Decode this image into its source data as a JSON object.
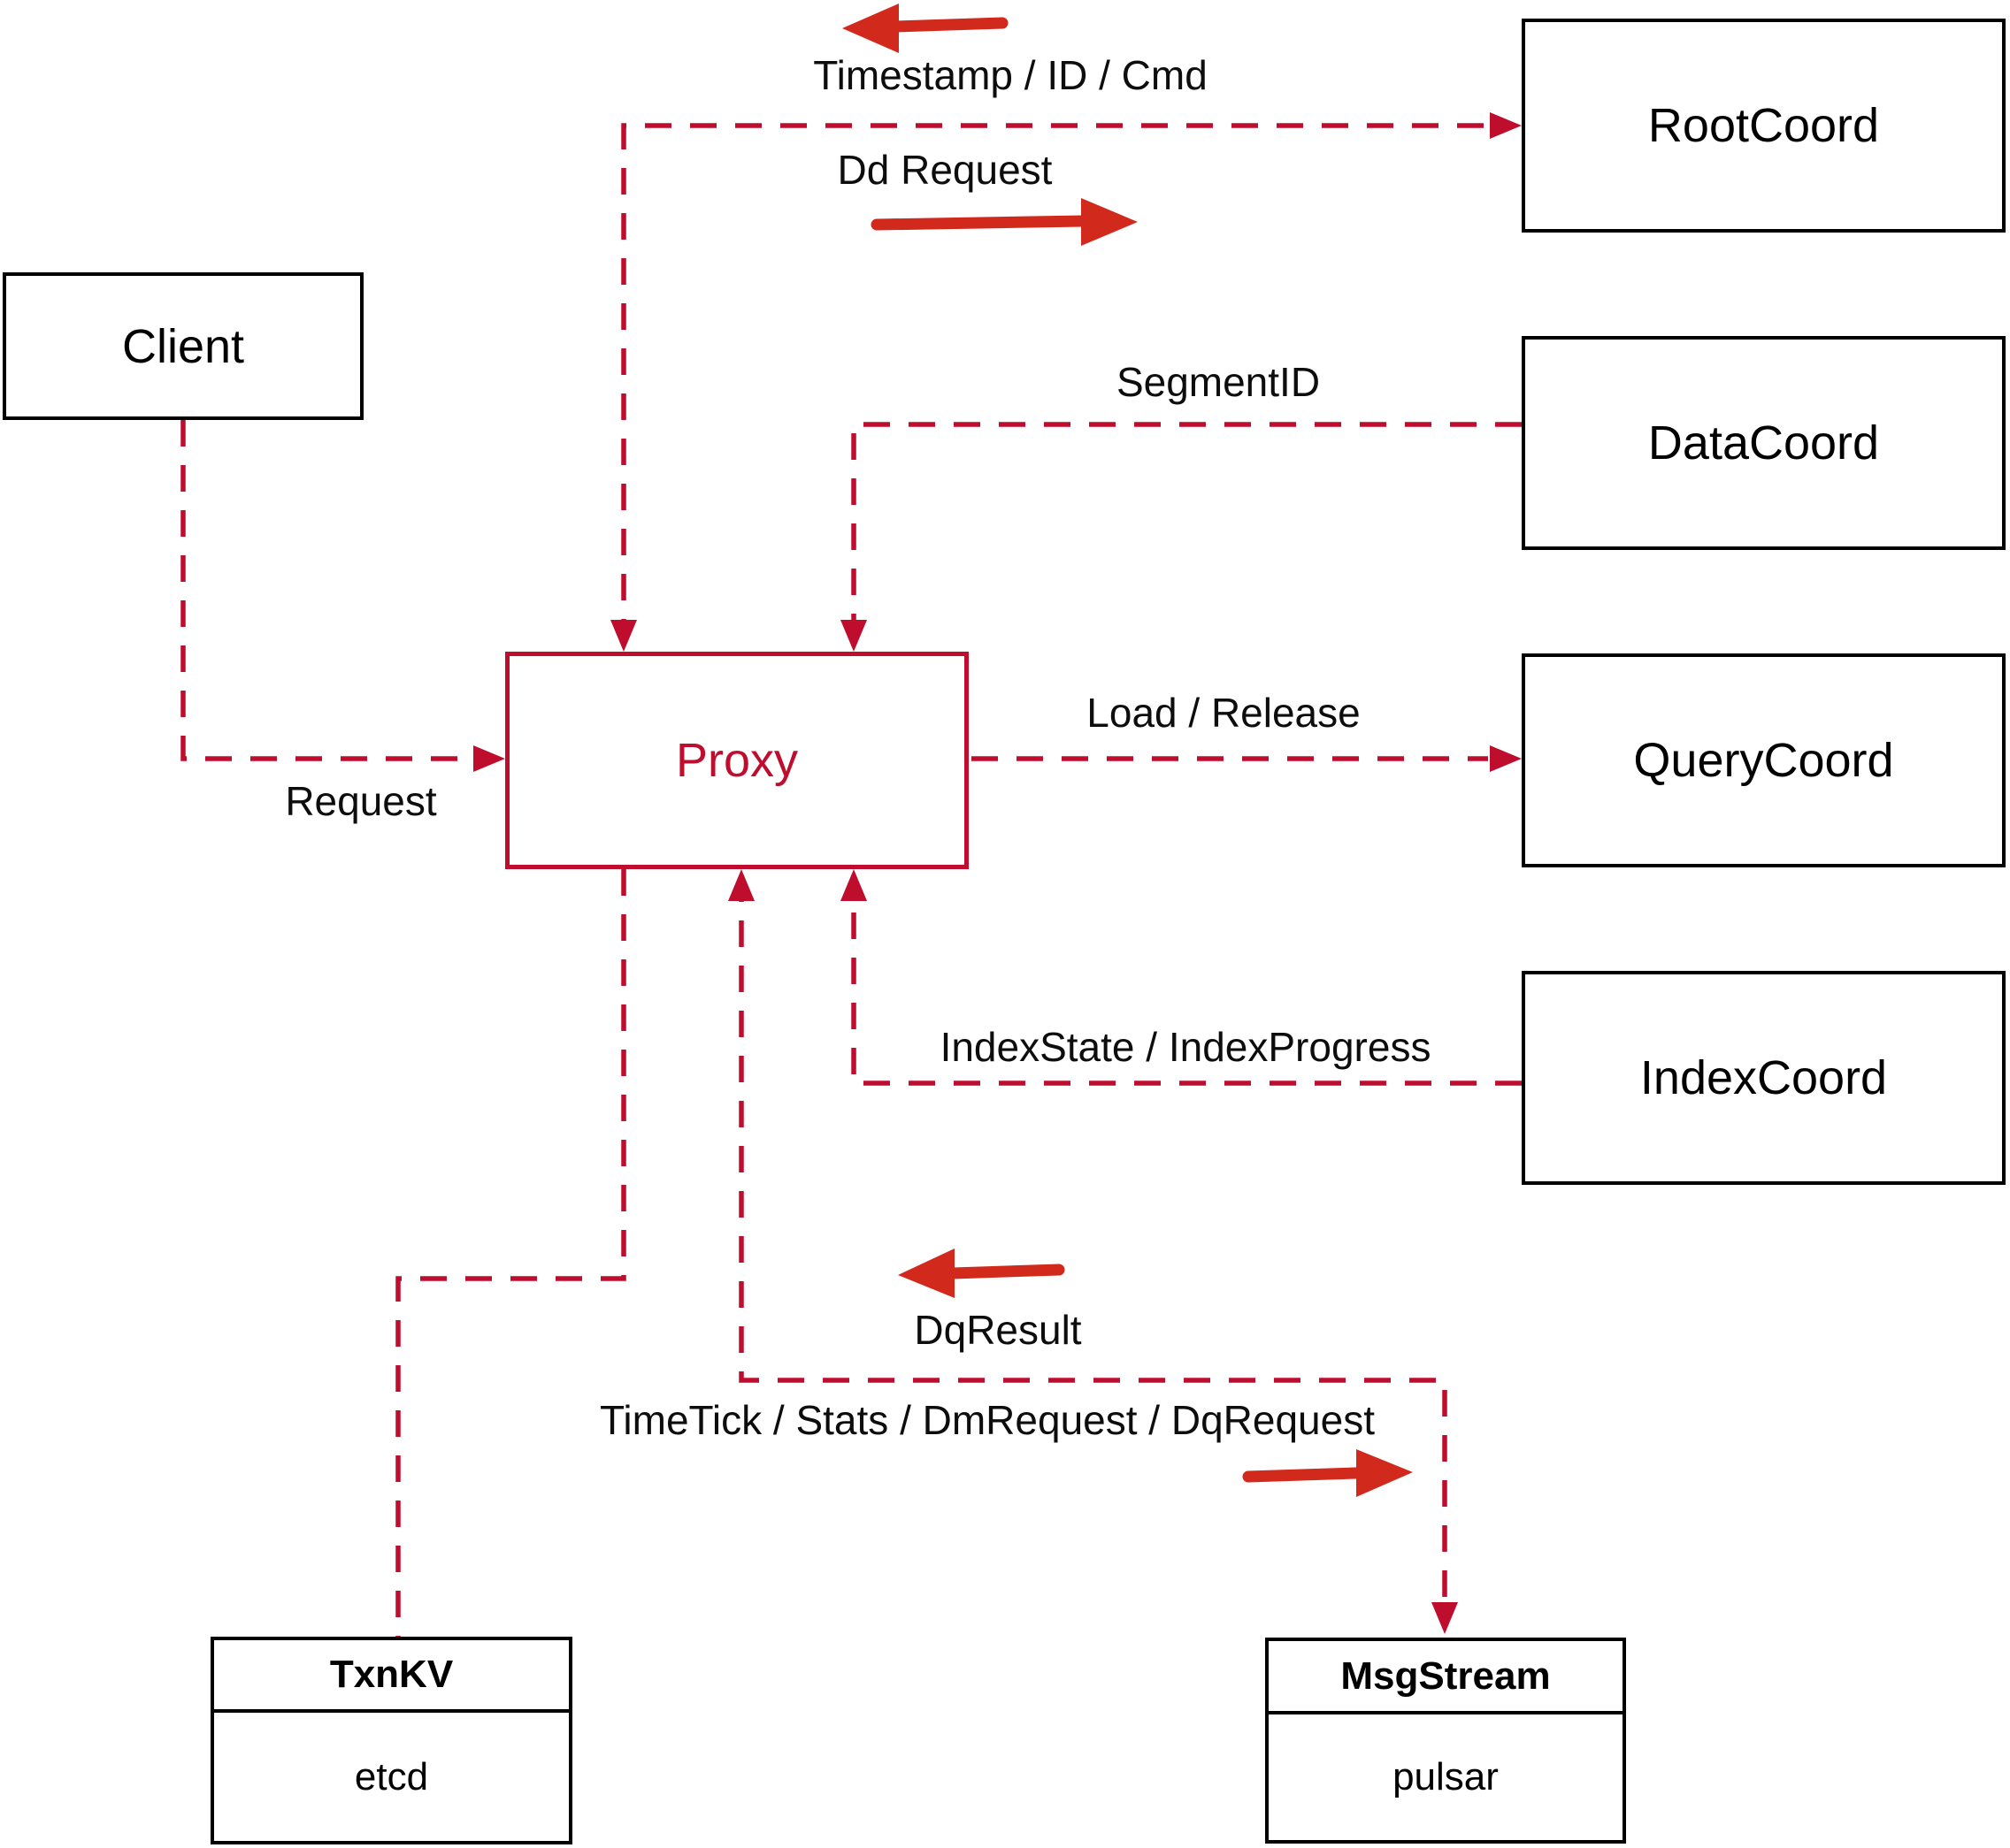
{
  "colors": {
    "line_red": "#bf0d2e",
    "arrow_red": "#d2291d",
    "ink": "#000000",
    "background": "#ffffff"
  },
  "nodes": {
    "client": {
      "label": "Client"
    },
    "proxy": {
      "label": "Proxy"
    },
    "root_coord": {
      "label": "RootCoord"
    },
    "data_coord": {
      "label": "DataCoord"
    },
    "query_coord": {
      "label": "QueryCoord"
    },
    "index_coord": {
      "label": "IndexCoord"
    },
    "txn_kv": {
      "title": "TxnKV",
      "subtitle": "etcd"
    },
    "msg_stream": {
      "title": "MsgStream",
      "subtitle": "pulsar"
    }
  },
  "edges": {
    "timestamp_id_cmd": {
      "label": "Timestamp / ID / Cmd"
    },
    "dd_request": {
      "label": "Dd Request"
    },
    "segment_id": {
      "label": "SegmentID"
    },
    "load_release": {
      "label": "Load / Release"
    },
    "request": {
      "label": "Request"
    },
    "index_state_progress": {
      "label": "IndexState / IndexProgress"
    },
    "dq_result": {
      "label": "DqResult"
    },
    "time_tick_stats": {
      "label": "TimeTick / Stats / DmRequest / DqRequest"
    }
  }
}
